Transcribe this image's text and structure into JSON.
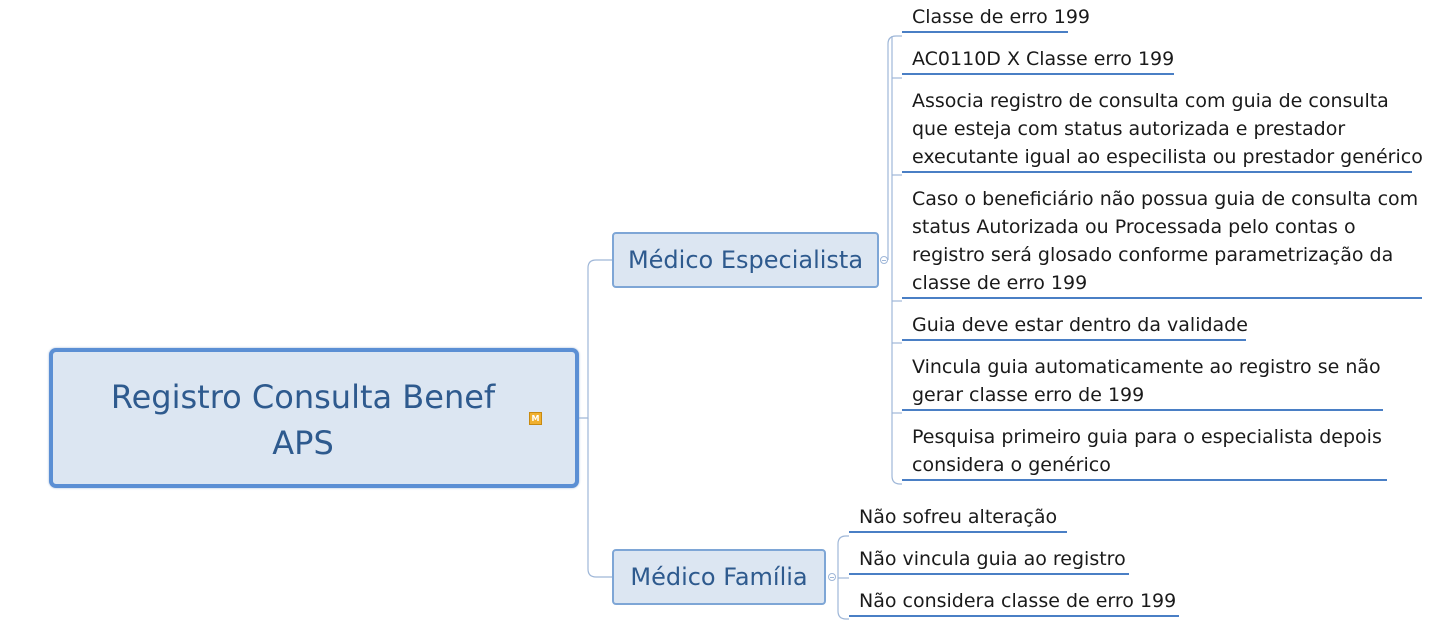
{
  "central": {
    "title_line1": "Registro Consulta Benef",
    "title_line2": "APS",
    "marker_label": "M"
  },
  "branches": [
    {
      "label": "Médico Especialista",
      "children": [
        {
          "lines": [
            "Classe de erro 199"
          ]
        },
        {
          "lines": [
            "AC0110D X Classe erro 199"
          ]
        },
        {
          "lines": [
            "Associa registro de consulta com guia de consulta",
            "que esteja com status autorizada e prestador",
            "executante igual ao especilista ou prestador genérico"
          ]
        },
        {
          "lines": [
            "Caso o beneficiário não possua guia de consulta com",
            "status Autorizada ou Processada pelo contas o",
            "registro será glosado conforme parametrização da",
            "classe  de erro 199"
          ]
        },
        {
          "lines": [
            "Guia deve estar dentro da validade"
          ]
        },
        {
          "lines": [
            "Vincula guia automaticamente ao registro se não",
            "gerar classe erro de 199"
          ]
        },
        {
          "lines": [
            "Pesquisa primeiro guia para o especialista depois",
            "considera o genérico"
          ]
        }
      ]
    },
    {
      "label": "Médico Família",
      "children": [
        {
          "lines": [
            "Não sofreu alteração"
          ]
        },
        {
          "lines": [
            "Não vincula guia ao registro"
          ]
        },
        {
          "lines": [
            "Não considera classe de erro 199"
          ]
        }
      ]
    }
  ],
  "colors": {
    "node_fill": "#dce6f2",
    "central_border": "#5b8fd4",
    "branch_border": "#7ea6d6",
    "connector": "#9fb7d8",
    "leaf_underline": "#4a7fc5",
    "title_text": "#2e5a8e"
  }
}
